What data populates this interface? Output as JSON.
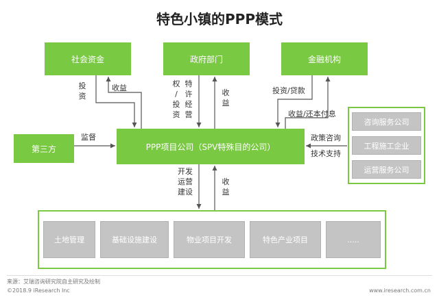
{
  "title": "特色小镇的PPP模式",
  "nodes": {
    "social_capital": "社会资金",
    "government": "政府部门",
    "financial": "金融机构",
    "third_party": "第三方",
    "ppp_company": "PPP项目公司（SPV特殊目的公司）"
  },
  "service_companies": [
    "咨询服务公司",
    "工程施工企业",
    "运营服务公司"
  ],
  "projects": [
    "土地管理",
    "基础设施建设",
    "物业项目开发",
    "特色产业项目",
    "....."
  ],
  "edge_labels": {
    "invest_v": [
      "投",
      "资"
    ],
    "returns_social": "收益",
    "franchise": [
      "权",
      "/",
      "投",
      "资"
    ],
    "franchise2": [
      "特",
      "许",
      "经",
      "营"
    ],
    "returns_gov": [
      "收",
      "益"
    ],
    "invest_loan": "投资/贷款",
    "returns_repay": "收益/还本付息",
    "supervise": "监督",
    "policy": "政策咨询",
    "tech": "技术支持",
    "develop": [
      "开发",
      "运营",
      "建设"
    ],
    "returns_bottom": [
      "收",
      "益"
    ]
  },
  "footer": {
    "source": "来源：艾瑞咨询研究院自主研究及绘制",
    "copyright": "©2018.9 iResearch Inc",
    "website": "www.iresearch.com.cn"
  }
}
